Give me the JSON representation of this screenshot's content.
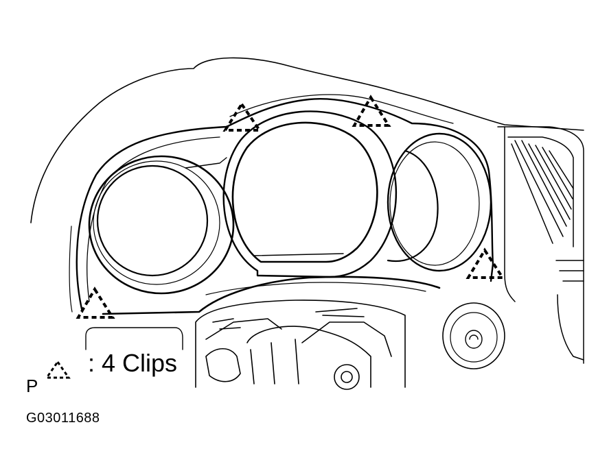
{
  "legend": {
    "symbol": "clip-triangle-icon",
    "text": ": 4 Clips"
  },
  "view_label": "P",
  "figure_code": "G03011688",
  "clips": {
    "count": 4
  }
}
